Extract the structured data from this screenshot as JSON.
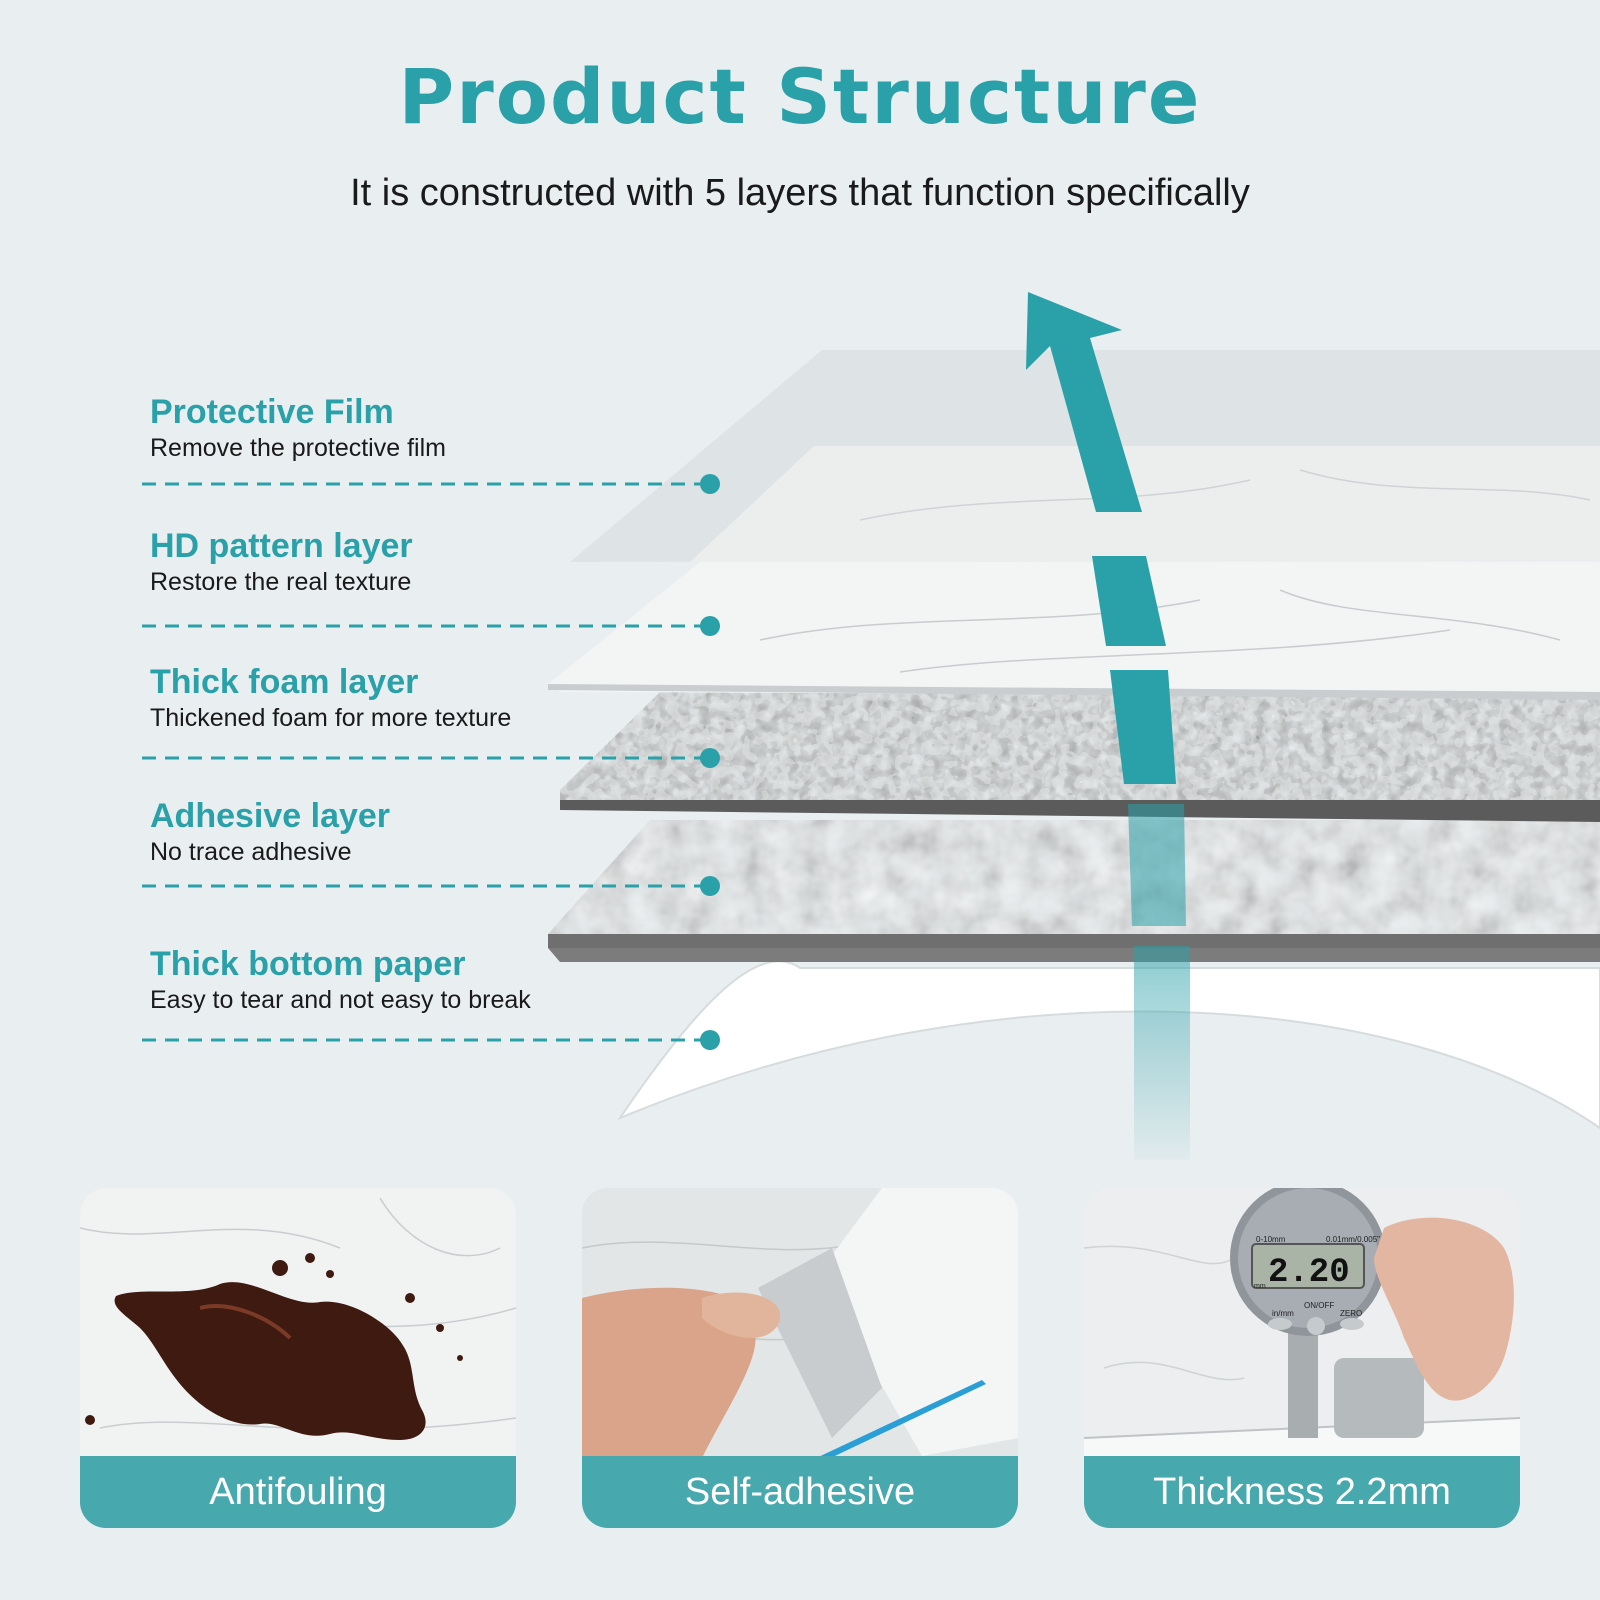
{
  "header": {
    "title": "Product Structure",
    "subtitle": "It is constructed with 5 layers that function specifically"
  },
  "layers": [
    {
      "name": "Protective Film",
      "desc": "Remove the protective film"
    },
    {
      "name": "HD pattern layer",
      "desc": "Restore the real texture"
    },
    {
      "name": "Thick foam layer",
      "desc": "Thickened foam for more texture"
    },
    {
      "name": "Adhesive layer",
      "desc": "No trace adhesive"
    },
    {
      "name": "Thick bottom paper",
      "desc": "Easy to tear and not easy to break"
    }
  ],
  "features": [
    {
      "label": "Antifouling"
    },
    {
      "label": "Self-adhesive"
    },
    {
      "label": "Thickness 2.2mm"
    }
  ],
  "gauge": {
    "reading": "2.20",
    "range": "0-10mm",
    "resolution": "0.01mm/0.005\"",
    "unit": "mm",
    "button_inmm": "in/mm",
    "button_onoff": "ON/OFF",
    "button_zero": "ZERO"
  },
  "colors": {
    "accent": "#2aa0a8",
    "band": "#47a9ae",
    "background": "#e9eef0"
  }
}
